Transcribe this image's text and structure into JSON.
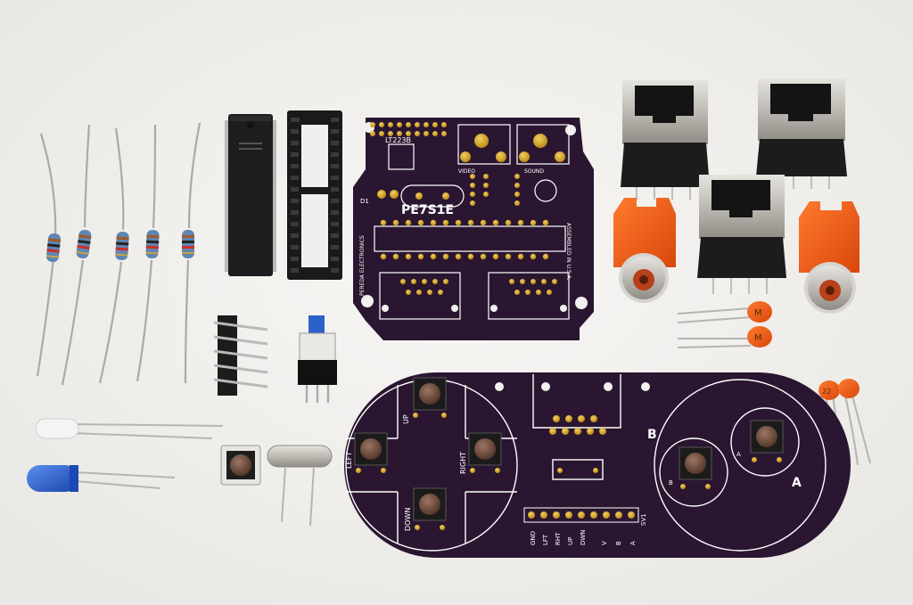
{
  "colors": {
    "background": "#f2f1ef",
    "pcb": "#2a1630",
    "silkscreen": "#ffffff",
    "pad_gold": "#d4a21c",
    "jack_orange": "#ee5a16",
    "capacitor_orange": "#e07a2a",
    "led_blue": "#1f58c9",
    "button_cap": "#6e4b3a"
  },
  "main_board": {
    "title": "PE7S1E",
    "chip_label": "LT223B",
    "video_label": "VIDEO",
    "sound_label": "SOUND",
    "brand_label": "PEREDA ELECTRONICS",
    "assembly_label": "ASSEMBLED IN U.S.A.",
    "component_ref": "D1"
  },
  "controller_board": {
    "labels": {
      "up": "UP",
      "down": "DOWN",
      "left": "LEFT",
      "right": "RIGHT",
      "a": "A",
      "b": "B",
      "a_small": "A",
      "b_small": "B",
      "gnd": "GND",
      "lft": "LFT",
      "rht": "RHT",
      "up_pin": "UP",
      "dwn": "DWN",
      "v": "V",
      "b_pin": "B",
      "a_pin": "A",
      "sv1": "SV1"
    }
  },
  "capacitor_marks": {
    "large_1": "M",
    "large_2": "M",
    "small_1": "22"
  }
}
